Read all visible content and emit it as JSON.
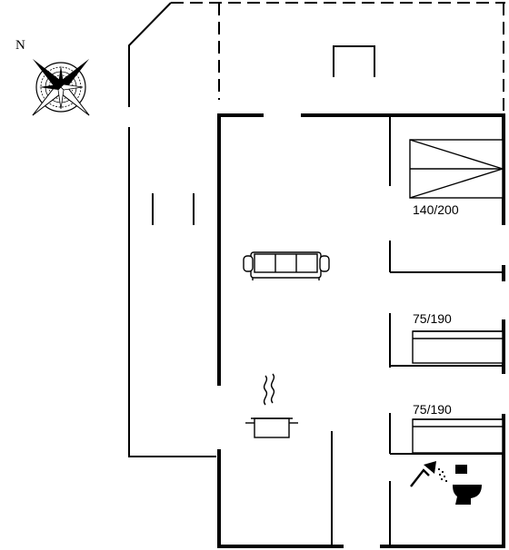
{
  "compass": {
    "north_label": "N",
    "icon": "compass-rose-icon"
  },
  "bed_labels": {
    "double_bed": "140/200",
    "single_bed_1": "75/190",
    "single_bed_2": "75/190"
  },
  "icons": {
    "sofa": "sofa-icon",
    "cooking_pot": "cooking-pot-icon",
    "shower": "shower-icon",
    "toilet": "toilet-icon"
  }
}
